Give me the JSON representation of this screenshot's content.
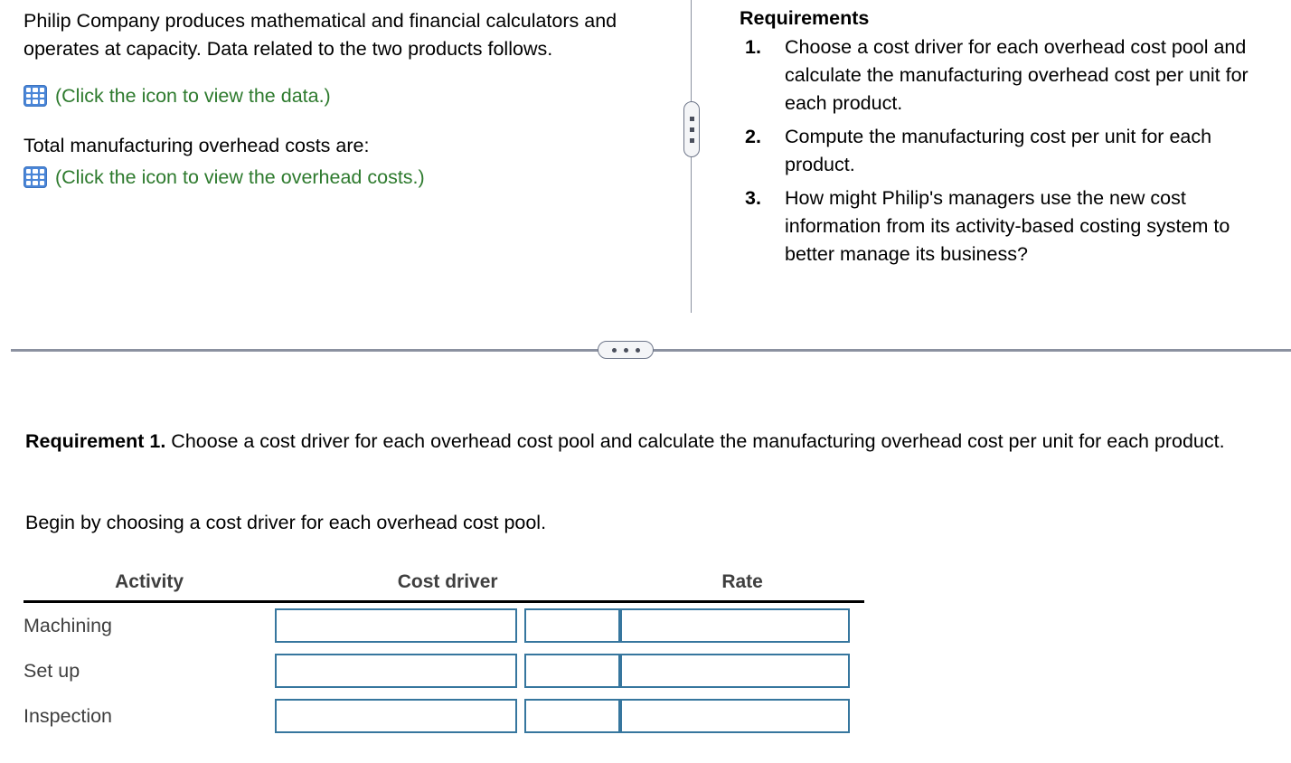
{
  "problem": {
    "intro": "Philip Company produces mathematical and financial calculators and operates at capacity. Data related to the two products follows.",
    "data_link_label": "(Click the icon to view the data.)",
    "data_icon": "spreadsheet-grid-icon",
    "overhead_heading": "Total manufacturing overhead costs are:",
    "overhead_link_label": "(Click the icon to view the overhead costs.)",
    "overhead_icon": "spreadsheet-grid-icon"
  },
  "requirements": {
    "title": "Requirements",
    "items": [
      {
        "num": "1.",
        "text": "Choose a cost driver for each overhead cost pool and calculate the manufacturing overhead cost per unit for each product."
      },
      {
        "num": "2.",
        "text": "Compute the manufacturing cost per unit for each product."
      },
      {
        "num": "3.",
        "text": "How might Philip's managers use the new cost information from its activity-based costing system to better manage its business?"
      }
    ]
  },
  "splitters": {
    "vertical_handle_icon": "vertical-drag-handle-icon",
    "horizontal_handle_icon": "horizontal-ellipsis-handle-icon"
  },
  "answer": {
    "req1_label": "Requirement 1.",
    "req1_text": " Choose a cost driver for each overhead cost pool and calculate the manufacturing overhead cost per unit for each product.",
    "begin_text": "Begin by choosing a cost driver for each overhead cost pool."
  },
  "table": {
    "headers": [
      "Activity",
      "Cost driver",
      "Rate"
    ],
    "rows": [
      {
        "activity": "Machining",
        "cost_driver": "",
        "quantity": "",
        "rate": ""
      },
      {
        "activity": "Set up",
        "cost_driver": "",
        "quantity": "",
        "rate": ""
      },
      {
        "activity": "Inspection",
        "cost_driver": "",
        "quantity": "",
        "rate": ""
      }
    ],
    "input_placeholder": ""
  },
  "colors": {
    "link_green": "#2d7a2d",
    "icon_blue": "#4a86d8",
    "input_border": "#36769e",
    "splitter_gray": "#8b91a0",
    "header_text": "#3f3f3f"
  }
}
